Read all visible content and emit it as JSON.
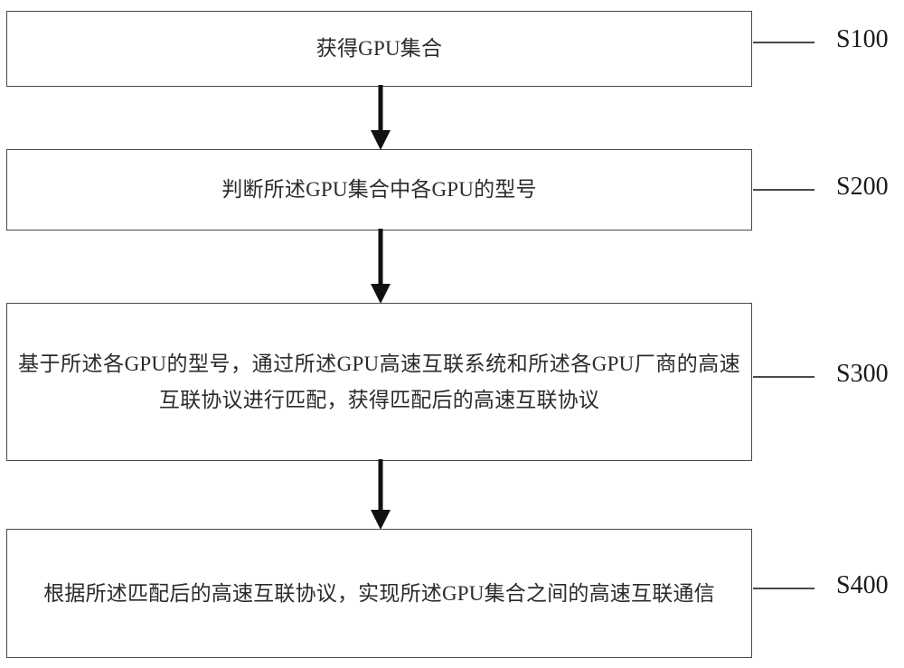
{
  "diagram": {
    "type": "flowchart",
    "orientation": "vertical",
    "title": "",
    "nodes": [
      {
        "id": "S100",
        "label": "获得GPU集合",
        "step_label": "S100",
        "lines": [
          "获得GPU集合"
        ],
        "shape": "rectangle"
      },
      {
        "id": "S200",
        "label": "判断所述GPU集合中各GPU的型号",
        "step_label": "S200",
        "lines": [
          "判断所述GPU集合中各GPU的型号"
        ],
        "shape": "rectangle"
      },
      {
        "id": "S300",
        "label": "基于所述各GPU的型号，通过所述GPU高速互联系统和所述各GPU厂商的高速互联协议进行匹配，获得匹配后的高速互联协议",
        "step_label": "S300",
        "lines": [
          "基于所述各GPU的型号，通过所述GPU高速互联系统和所述各",
          "GPU厂商的高速互联协议进行匹配，获得匹配后的高速互联协",
          "议"
        ],
        "shape": "rectangle"
      },
      {
        "id": "S400",
        "label": "根据所述匹配后的高速互联协议，实现所述GPU集合之间的高速互联通信",
        "step_label": "S400",
        "lines": [
          "根据所述匹配后的高速互联协议，实现所述GPU集合之间的高",
          "速互联通信"
        ],
        "shape": "rectangle"
      }
    ],
    "connectors": [
      {
        "from": "S100",
        "to": "S200",
        "style": "solid-arrow-down"
      },
      {
        "from": "S200",
        "to": "S300",
        "style": "solid-arrow-down"
      },
      {
        "from": "S300",
        "to": "S400",
        "style": "solid-arrow-down"
      }
    ],
    "colors": {
      "background": "#ffffff",
      "box_border": "#4a4a4a",
      "text": "#2b2b2b",
      "label_text": "#1a1a1a",
      "arrow": "#111111"
    }
  }
}
